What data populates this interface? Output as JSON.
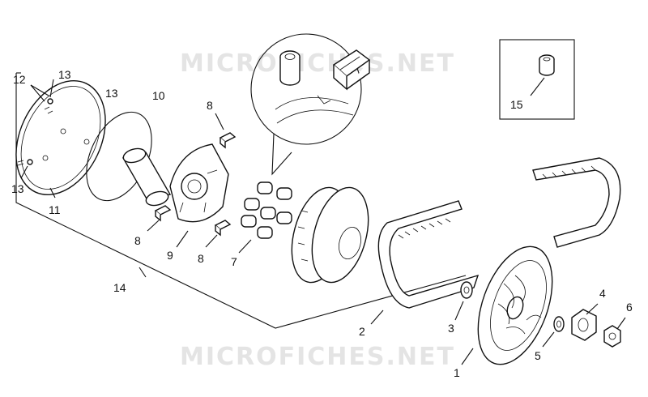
{
  "watermark": "MICROFICHES.NET",
  "callouts": [
    "12",
    "13",
    "13",
    "10",
    "13",
    "11",
    "14",
    "8",
    "8",
    "9",
    "8",
    "7",
    "2",
    "3",
    "1",
    "5",
    "4",
    "6",
    "15"
  ],
  "icons": {
    "cover": "variator-cover-plate",
    "oring": "o-ring-seal",
    "bushing": "variator-bushing",
    "ramp": "ramp-plate",
    "rollers": "roller-weights",
    "pulley": "sliding-pulley-half",
    "belt": "v-belt",
    "fixed_half": "fixed-pulley-half",
    "washer": "washer",
    "nut": "flange-nut",
    "cap_nut": "hex-nut",
    "spacer": "spacer-bushing"
  },
  "colors": {
    "line": "#111111",
    "watermark": "#e4e4e4",
    "background": "#ffffff"
  }
}
